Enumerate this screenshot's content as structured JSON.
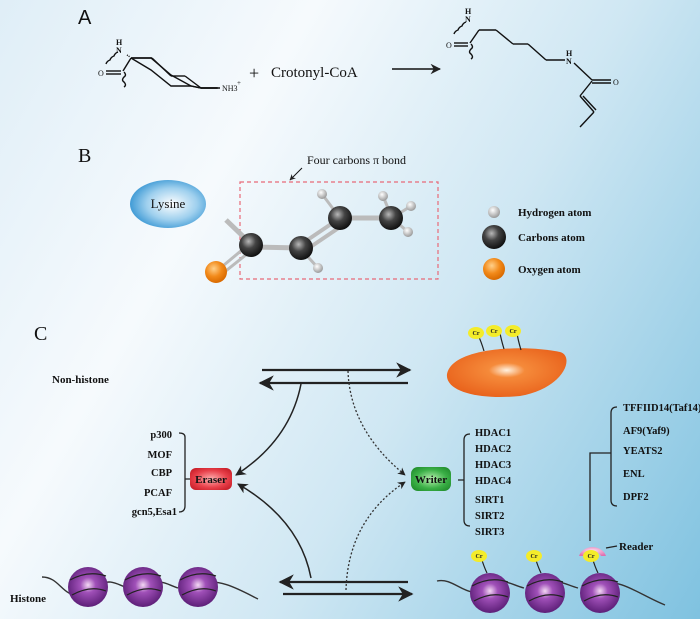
{
  "panel_a": {
    "label": "A",
    "reactant_group": "NH3",
    "reactant_charge": "+",
    "plus": "+",
    "reagent": "Crotonyl-CoA",
    "amine_h": "H",
    "amine_n": "N",
    "carbonyl_o": "O",
    "product_nh_h": "H",
    "product_nh_n": "N",
    "product_o": "O"
  },
  "panel_b": {
    "label": "B",
    "lysine": "Lysine",
    "annotation": "Four carbons π bond",
    "legend": [
      {
        "label": "Hydrogen atom",
        "color": "#c8c8c8"
      },
      {
        "label": "Carbons atom",
        "color": "#333333"
      },
      {
        "label": "Oxygen atom",
        "color": "#f08a1e"
      }
    ]
  },
  "panel_c": {
    "label": "C",
    "non_histone": "Non-histone",
    "histone": "Histone",
    "cr": "Cr",
    "eraser": {
      "label": "Eraser",
      "color": "#e0303a"
    },
    "writer": {
      "label": "Writer",
      "color": "#2aa236"
    },
    "reader": "Reader",
    "writer_enzymes": [
      "p300",
      "MOF",
      "CBP",
      "PCAF",
      "gcn5,Esa1"
    ],
    "eraser_enzymes": [
      "HDAC1",
      "HDAC2",
      "HDAC3",
      "HDAC4",
      "SIRT1",
      "SIRT2",
      "SIRT3"
    ],
    "reader_proteins": [
      "TFFIID14(Taf14)",
      "AF9(Yaf9)",
      "YEATS2",
      "ENL",
      "DPF2"
    ]
  }
}
